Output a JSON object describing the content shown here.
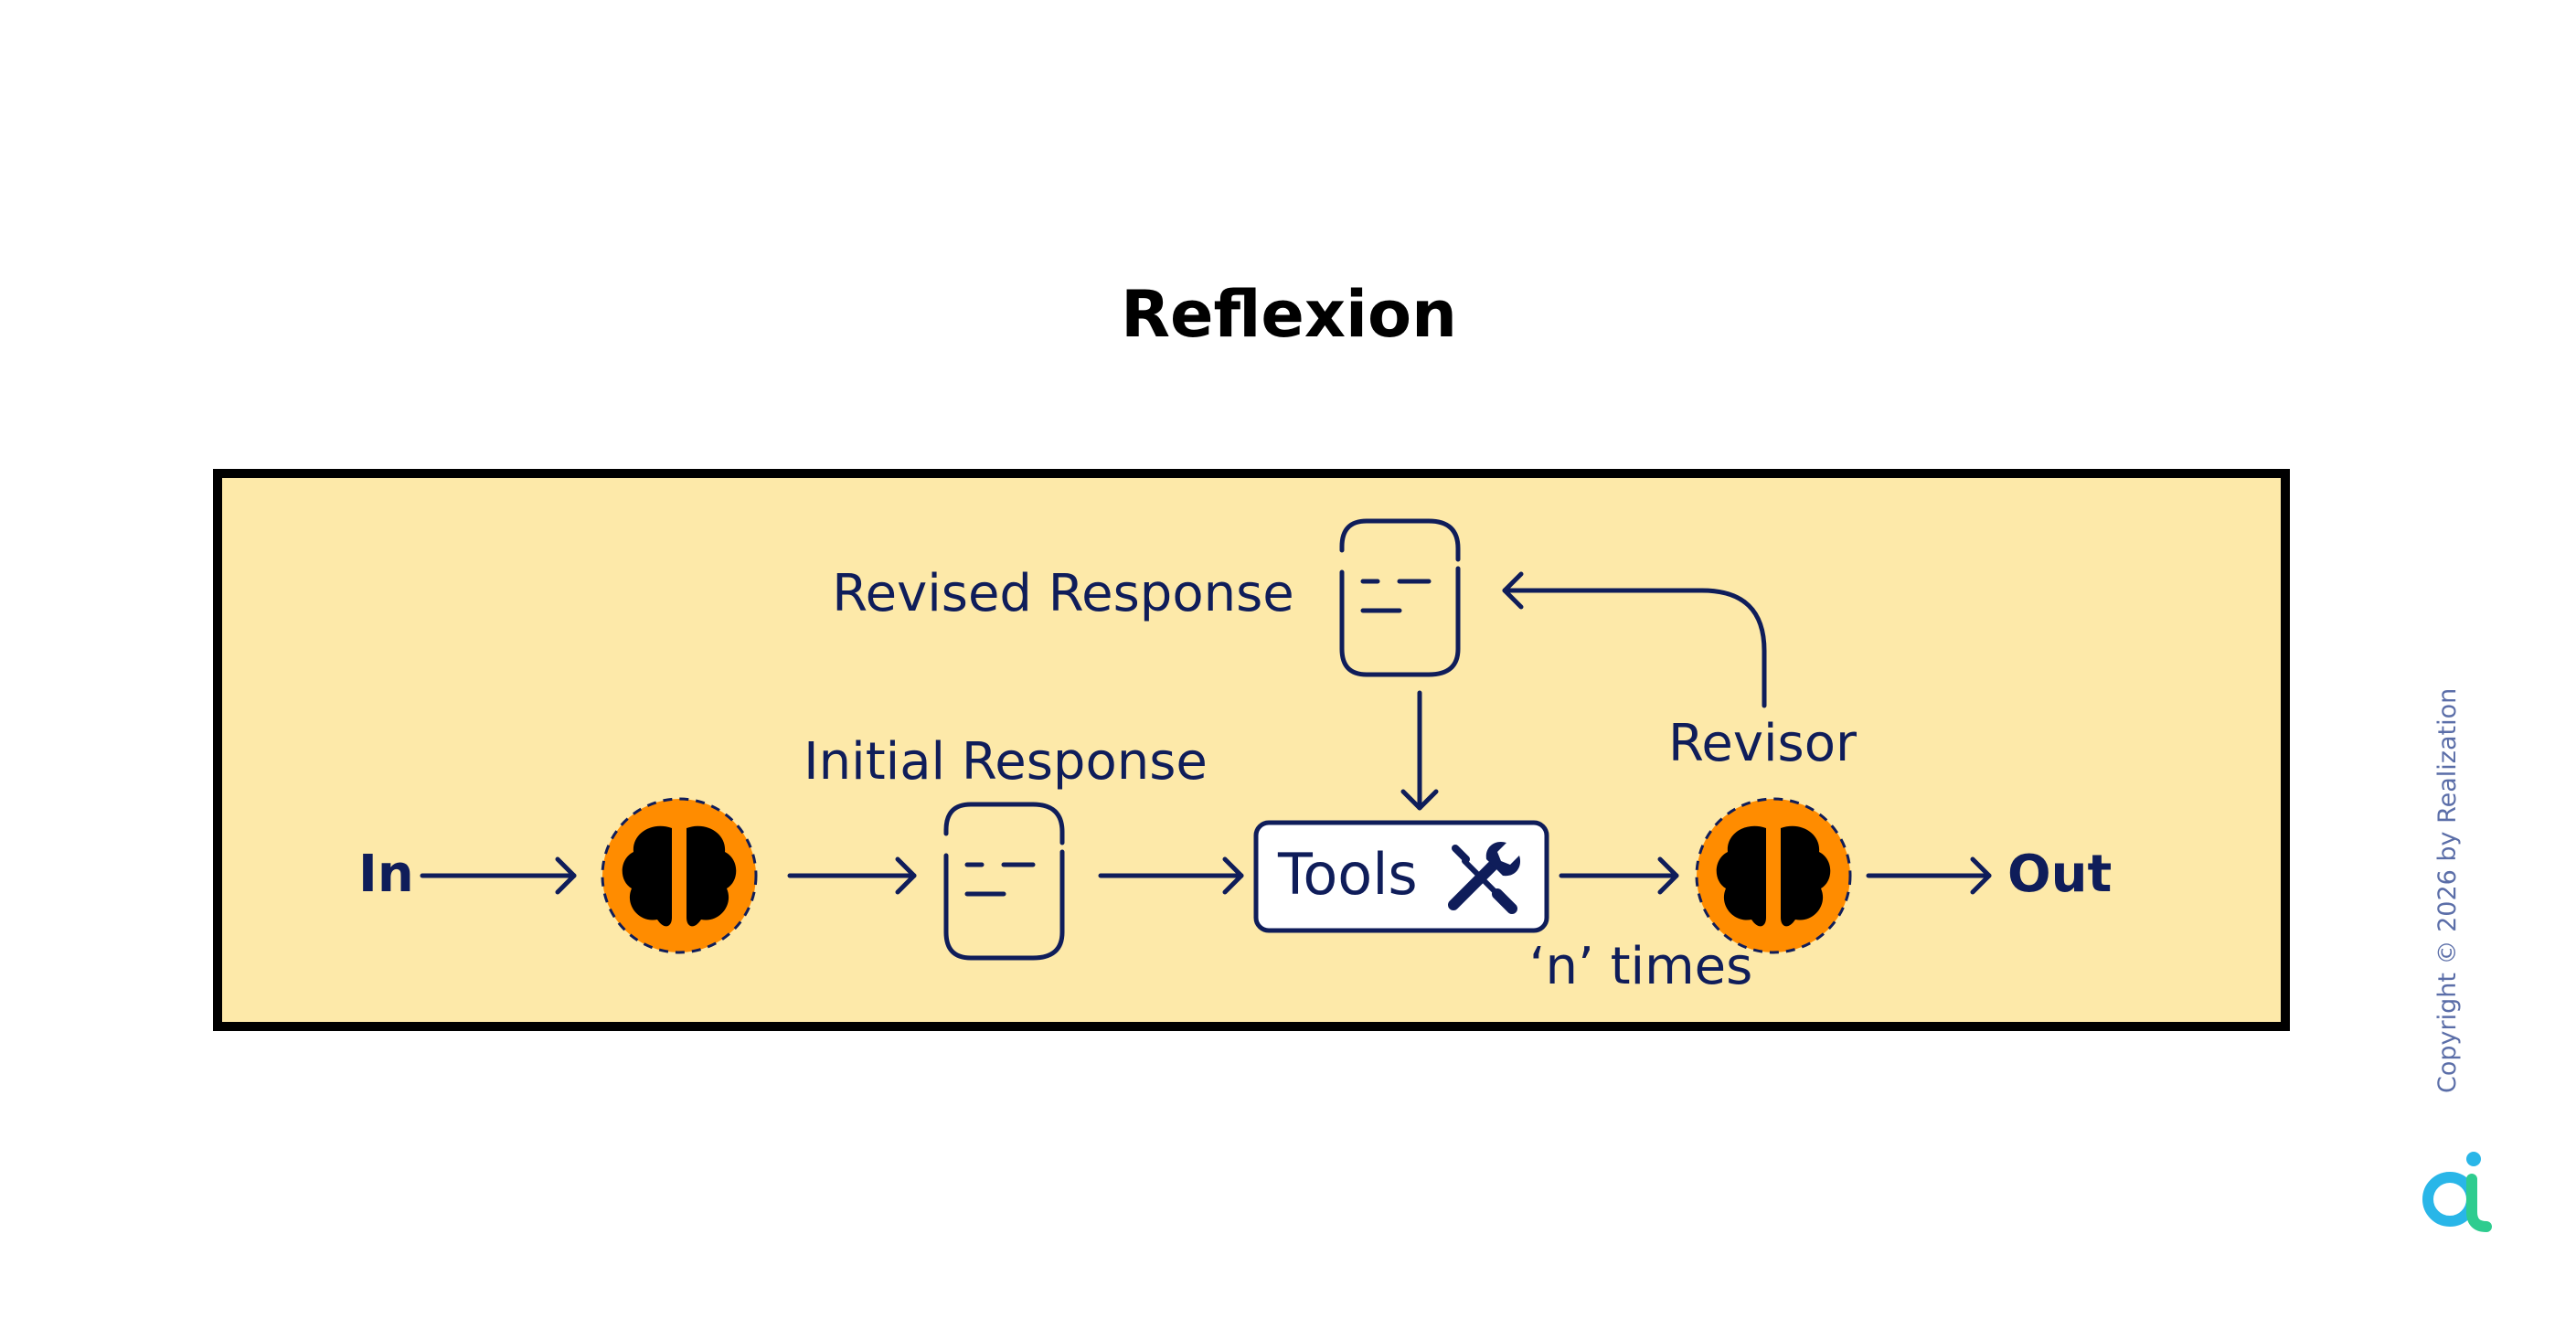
{
  "title": "Reflexion",
  "labels": {
    "in": "In",
    "out": "Out",
    "initial_response": "Initial Response",
    "revised_response": "Revised Response",
    "tools": "Tools",
    "revisor": "Revisor",
    "n_times": "‘n’ times"
  },
  "copyright": "Copyright © 2026 by Realization",
  "icons": {
    "llm": "brain-icon",
    "response": "chat-face-icon",
    "tools": "wrench-screwdriver-icon",
    "logo": "realization-logo-icon"
  },
  "colors": {
    "panel_fill": "#fde9a9",
    "panel_border": "#000000",
    "ink": "#0f1d5a",
    "brain_circle": "#ff8c00",
    "logo_cyan": "#29b6e8",
    "logo_green": "#2ecc8f"
  }
}
